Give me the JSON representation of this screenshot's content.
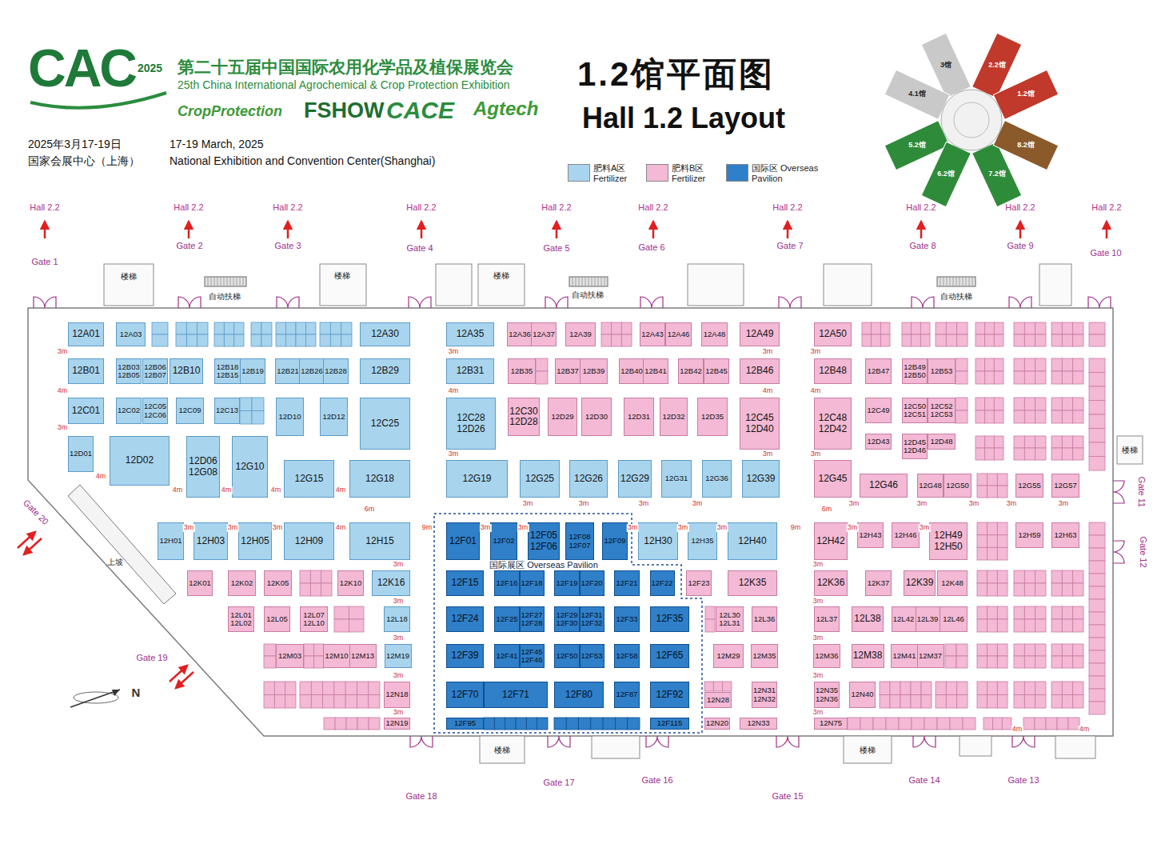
{
  "diagram": {
    "title": "1.2馆平面图",
    "nodes": [
      {
        "text": [
          "12A01"
        ]
      },
      {
        "text": [
          "12A03"
        ]
      },
      {
        "text": [
          "12A30"
        ]
      },
      {
        "text": [
          "12B01"
        ]
      },
      {
        "text": [
          "12B03",
          "12B05"
        ]
      },
      {
        "text": [
          "12B06",
          "12B07"
        ]
      },
      {
        "text": [
          "12B10"
        ]
      },
      {
        "text": [
          "12B18",
          "12B15"
        ]
      },
      {
        "text": [
          "12B19"
        ]
      },
      {
        "text": [
          "12B21"
        ]
      },
      {
        "text": [
          "12B26"
        ]
      },
      {
        "text": [
          "12B28"
        ]
      },
      {
        "text": [
          "12B29"
        ]
      },
      {
        "text": [
          "12C01"
        ]
      },
      {
        "text": [
          "12C02"
        ]
      },
      {
        "text": [
          "12C05",
          "12C06"
        ]
      },
      {
        "text": [
          "12C09"
        ]
      },
      {
        "text": [
          "12C13"
        ]
      },
      {
        "text": [
          "12D10"
        ]
      },
      {
        "text": [
          "12D12"
        ]
      },
      {
        "text": [
          "12C25"
        ]
      },
      {
        "text": [
          "12D01"
        ]
      },
      {
        "text": [
          "12D02"
        ]
      },
      {
        "text": [
          "12D06",
          "12G08"
        ]
      },
      {
        "text": [
          "12G10"
        ]
      },
      {
        "text": [
          "12G15"
        ]
      },
      {
        "text": [
          "12G18"
        ]
      },
      {
        "text": [
          "12H01"
        ]
      },
      {
        "text": [
          "12H03"
        ]
      },
      {
        "text": [
          "12H05"
        ]
      },
      {
        "text": [
          "12H09"
        ]
      },
      {
        "text": [
          "12H15"
        ]
      },
      {
        "text": [
          "12K01"
        ]
      },
      {
        "text": [
          "12K02"
        ]
      },
      {
        "text": [
          "12K05"
        ]
      },
      {
        "text": [
          "12K10"
        ]
      },
      {
        "text": [
          "12K16"
        ]
      },
      {
        "text": [
          "12L01",
          "12L02"
        ]
      },
      {
        "text": [
          "12L05"
        ]
      },
      {
        "text": [
          "12L07",
          "12L10"
        ]
      },
      {
        "text": [
          "12L18"
        ]
      },
      {
        "text": [
          "12M03"
        ]
      },
      {
        "text": [
          "12M10"
        ]
      },
      {
        "text": [
          "12M13"
        ]
      },
      {
        "text": [
          "12M19"
        ]
      },
      {
        "text": [
          "12N18"
        ]
      },
      {
        "text": [
          "12N19"
        ]
      },
      {
        "text": [
          "12A35"
        ]
      },
      {
        "text": [
          "12A36"
        ]
      },
      {
        "text": [
          "12A37"
        ]
      },
      {
        "text": [
          "12A39"
        ]
      },
      {
        "text": [
          "12A43"
        ]
      },
      {
        "text": [
          "12A46"
        ]
      },
      {
        "text": [
          "12A48"
        ]
      },
      {
        "text": [
          "12A49"
        ]
      },
      {
        "text": [
          "12B31"
        ]
      },
      {
        "text": [
          "12B35"
        ]
      },
      {
        "text": [
          "12B37"
        ]
      },
      {
        "text": [
          "12B39"
        ]
      },
      {
        "text": [
          "12B40"
        ]
      },
      {
        "text": [
          "12B41"
        ]
      },
      {
        "text": [
          "12B42"
        ]
      },
      {
        "text": [
          "12B45"
        ]
      },
      {
        "text": [
          "12B46"
        ]
      },
      {
        "text": [
          "12C28",
          "12D26"
        ]
      },
      {
        "text": [
          "12C30",
          "12D28"
        ]
      },
      {
        "text": [
          "12D29"
        ]
      },
      {
        "text": [
          "12D30"
        ]
      },
      {
        "text": [
          "12D31"
        ]
      },
      {
        "text": [
          "12D32"
        ]
      },
      {
        "text": [
          "12D35"
        ]
      },
      {
        "text": [
          "12C45",
          "12D40"
        ]
      },
      {
        "text": [
          "12G19"
        ]
      },
      {
        "text": [
          "12G25"
        ]
      },
      {
        "text": [
          "12G26"
        ]
      },
      {
        "text": [
          "12G29"
        ]
      },
      {
        "text": [
          "12G31"
        ]
      },
      {
        "text": [
          "12G36"
        ]
      },
      {
        "text": [
          "12G39"
        ]
      },
      {
        "text": [
          "12H30"
        ]
      },
      {
        "text": [
          "12H35"
        ]
      },
      {
        "text": [
          "12H40"
        ]
      },
      {
        "text": [
          "12F23"
        ]
      },
      {
        "text": [
          "12K35"
        ]
      },
      {
        "text": [
          "12L30",
          "12L31"
        ]
      },
      {
        "text": [
          "12L36"
        ]
      },
      {
        "text": [
          "12M29"
        ]
      },
      {
        "text": [
          "12M35"
        ]
      },
      {
        "text": [
          "12N31",
          "12N32"
        ]
      },
      {
        "text": [
          "12N28"
        ]
      },
      {
        "text": [
          "12N20"
        ]
      },
      {
        "text": [
          "12N33"
        ]
      },
      {
        "text": [
          "12F01"
        ]
      },
      {
        "text": [
          "12F02"
        ]
      },
      {
        "text": [
          "12F05",
          "12F06"
        ]
      },
      {
        "text": [
          "12F08",
          "12F07"
        ]
      },
      {
        "text": [
          "12F09"
        ]
      },
      {
        "text": [
          "12F15"
        ]
      },
      {
        "text": [
          "12F16"
        ]
      },
      {
        "text": [
          "12F18"
        ]
      },
      {
        "text": [
          "12F19"
        ]
      },
      {
        "text": [
          "12F20"
        ]
      },
      {
        "text": [
          "12F21"
        ]
      },
      {
        "text": [
          "12F22"
        ]
      },
      {
        "text": [
          "12F24"
        ]
      },
      {
        "text": [
          "12F25"
        ]
      },
      {
        "text": [
          "12F27",
          "12F28"
        ]
      },
      {
        "text": [
          "12F29",
          "12F30"
        ]
      },
      {
        "text": [
          "12F31",
          "12F32"
        ]
      },
      {
        "text": [
          "12F33"
        ]
      },
      {
        "text": [
          "12F35"
        ]
      },
      {
        "text": [
          "12F39"
        ]
      },
      {
        "text": [
          "12F41"
        ]
      },
      {
        "text": [
          "12F45",
          "12F46"
        ]
      },
      {
        "text": [
          "12F50"
        ]
      },
      {
        "text": [
          "12F53"
        ]
      },
      {
        "text": [
          "12F58"
        ]
      },
      {
        "text": [
          "12F65"
        ]
      },
      {
        "text": [
          "12F70"
        ]
      },
      {
        "text": [
          "12F71"
        ]
      },
      {
        "text": [
          "12F80"
        ]
      },
      {
        "text": [
          "12F87"
        ]
      },
      {
        "text": [
          "12F92"
        ]
      },
      {
        "text": [
          "12F95"
        ]
      },
      {
        "text": [
          "12F115"
        ]
      },
      {
        "text": [
          "12A50"
        ]
      },
      {
        "text": [
          "12B48"
        ]
      },
      {
        "text": [
          "12B47"
        ]
      },
      {
        "text": [
          "12B49",
          "12B50"
        ]
      },
      {
        "text": [
          "12B53"
        ]
      },
      {
        "text": [
          "12C48",
          "12D42"
        ]
      },
      {
        "text": [
          "12C49"
        ]
      },
      {
        "text": [
          "12C50",
          "12C51"
        ]
      },
      {
        "text": [
          "12C52",
          "12C53"
        ]
      },
      {
        "text": [
          "12D43"
        ]
      },
      {
        "text": [
          "12D45",
          "12D46"
        ]
      },
      {
        "text": [
          "12D48"
        ]
      },
      {
        "text": [
          "12G45"
        ]
      },
      {
        "text": [
          "12G46"
        ]
      },
      {
        "text": [
          "12G48"
        ]
      },
      {
        "text": [
          "12G50"
        ]
      },
      {
        "text": [
          "12G55"
        ]
      },
      {
        "text": [
          "12G57"
        ]
      },
      {
        "text": [
          "12H42"
        ]
      },
      {
        "text": [
          "12H43"
        ]
      },
      {
        "text": [
          "12H46"
        ]
      },
      {
        "text": [
          "12H49",
          "12H50"
        ]
      },
      {
        "text": [
          "12H59"
        ]
      },
      {
        "text": [
          "12H63"
        ]
      },
      {
        "text": [
          "12K36"
        ]
      },
      {
        "text": [
          "12K37"
        ]
      },
      {
        "text": [
          "12K39"
        ]
      },
      {
        "text": [
          "12K48"
        ]
      },
      {
        "text": [
          "12L37"
        ]
      },
      {
        "text": [
          "12L38"
        ]
      },
      {
        "text": [
          "12L42"
        ]
      },
      {
        "text": [
          "12L39"
        ]
      },
      {
        "text": [
          "12L46"
        ]
      },
      {
        "text": [
          "12M36"
        ]
      },
      {
        "text": [
          "12M38"
        ]
      },
      {
        "text": [
          "12M41"
        ]
      },
      {
        "text": [
          "12M37"
        ]
      },
      {
        "text": [
          "12N35",
          "12N36"
        ]
      },
      {
        "text": [
          "12N40"
        ]
      },
      {
        "text": [
          "12N75"
        ]
      }
    ],
    "labels": [
      "CAC",
      "2025",
      "第二十五届中国国际农用化学品及植保展览会",
      "25th China International Agrochemical & Crop Protection Exhibition",
      "CropProtection",
      "FSHOW",
      "CACE",
      "Agtech",
      "2025年3月17-19日",
      "国家会展中心（上海）",
      "17-19 March, 2025",
      "National Exhibition and Convention Center(Shanghai)",
      "Hall 1.2 Layout",
      "Hall 2.2",
      "Hall 2.2",
      "Hall 2.2",
      "Hall 2.2",
      "Hall 2.2",
      "Hall 2.2",
      "Hall 2.2",
      "Hall 2.2",
      "Hall 2.2",
      "Hall 2.2",
      "Gate 1",
      "Gate 2",
      "Gate 3",
      "Gate 4",
      "Gate 5",
      "Gate 6",
      "Gate 7",
      "Gate 8",
      "Gate 9",
      "Gate 10",
      "Gate 11",
      "Gate 12",
      "Gate 13",
      "Gate 14",
      "Gate 15",
      "Gate 16",
      "Gate 17",
      "Gate 18",
      "Gate 19",
      "Gate 20",
      "楼梯",
      "楼梯",
      "楼梯",
      "楼梯",
      "楼梯",
      "楼梯",
      "自动扶梯",
      "自动扶梯",
      "自动扶梯",
      "上坡",
      "N",
      "国际展区 Overseas Pavilion",
      "3馆",
      "4.1馆",
      "2.2馆",
      "1.2馆",
      "5.2馆",
      "6.2馆",
      "7.2馆",
      "8.2馆",
      "3m",
      "4m",
      "3m",
      "4m",
      "4m",
      "4m",
      "4m",
      "4m",
      "6m",
      "3m",
      "3m",
      "3m",
      "4m",
      "9m",
      "3m",
      "3m",
      "3m",
      "3m",
      "3m",
      "3m",
      "4m",
      "3m",
      "3m",
      "3m",
      "3m",
      "3m",
      "3m",
      "9m",
      "6m",
      "3m",
      "3m",
      "3m",
      "4m",
      "3m",
      "3m",
      "4m",
      "3m",
      "3m",
      "3m",
      "3m",
      "3m",
      "3m",
      "3m",
      "3m",
      "3m",
      "3m",
      "3m",
      "3m",
      "3m",
      "3m",
      "3m",
      "4m",
      "4m"
    ],
    "legend": [
      {
        "text": "肥料A区 Fertilizer",
        "color": "#a8d4ee"
      },
      {
        "text": "肥料B区 Fertilizer",
        "color": "#f3b9d5"
      },
      {
        "text": "国际区 Overseas Pavilion",
        "color": "#2f7fc9"
      }
    ]
  }
}
